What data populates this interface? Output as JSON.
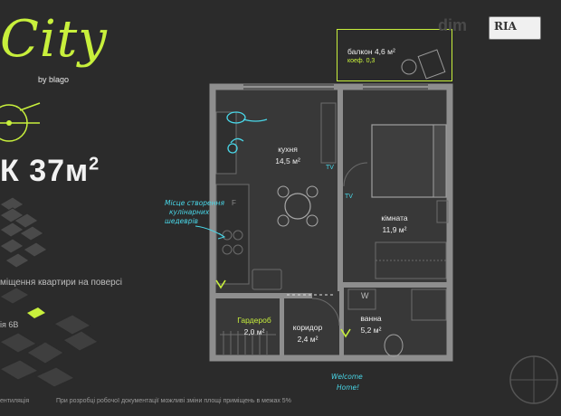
{
  "brand": {
    "logo_text": "City",
    "by_line": "by blago",
    "accent_color": "#c8f03c"
  },
  "unit": {
    "title": "К 37м",
    "title_sup": "2"
  },
  "floor_caption": "міщення квартири на поверсі",
  "section_label": "ія 6В",
  "footer": {
    "left": "ентиляція",
    "note": "При розробці робочої документації можливі зміни площі приміщень в межах 5%"
  },
  "rooms": {
    "balcony": {
      "name": "балкон 4,6 м²",
      "coef": "коеф. 0,3"
    },
    "kitchen": {
      "name": "кухня",
      "area": "14,5 м²"
    },
    "room": {
      "name": "кімната",
      "area": "11,9 м²"
    },
    "wardrobe": {
      "name": "Гардероб",
      "area": "2,0 м²"
    },
    "corridor": {
      "name": "коридор",
      "area": "2,4 м²"
    },
    "bathroom": {
      "name": "ванна",
      "area": "5,2 м²"
    }
  },
  "annotations": {
    "creativity_line1": "Місце створення",
    "creativity_line2": "кулінарних",
    "creativity_line3": "шедеврів",
    "welcome_line1": "Welcome",
    "welcome_line2": "Home!",
    "tv1": "TV",
    "tv2": "TV",
    "fridge_mark": "F",
    "washer_mark": "W"
  },
  "watermark": {
    "dim": "dim",
    "ria": "RIA"
  },
  "colors": {
    "background": "#2b2b2b",
    "wall": "#8a8a8a",
    "floor": "#3a3a3a",
    "annotation": "#49d7e8",
    "accent": "#c8f03c"
  }
}
